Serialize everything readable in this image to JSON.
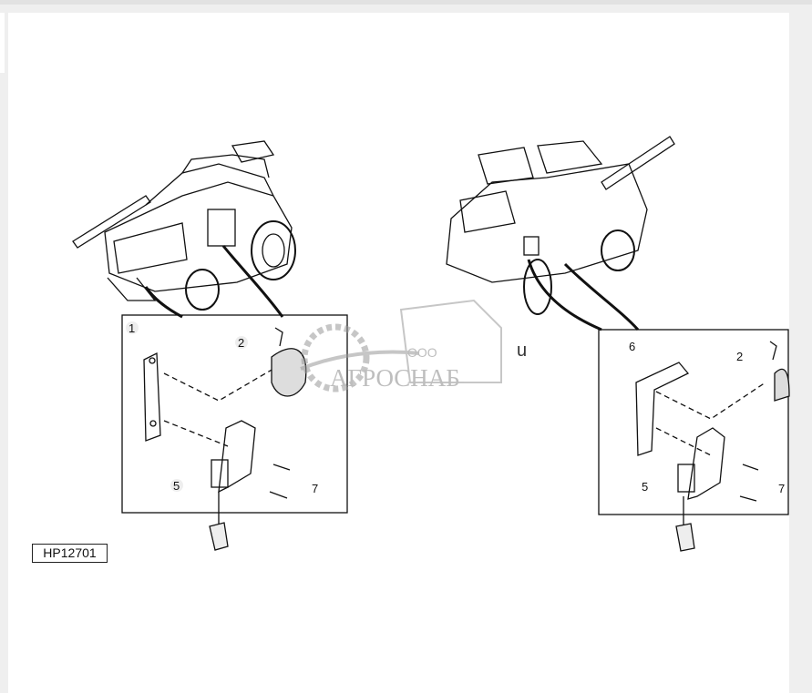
{
  "figure": {
    "reference_code": "HP12701",
    "stray_text": "u",
    "left_callouts": [
      "1",
      "2",
      "5",
      "7"
    ],
    "right_callouts": [
      "6",
      "2",
      "5",
      "7"
    ]
  },
  "watermark": {
    "prefix": "ООО",
    "name": "АГРОСНАБ"
  },
  "colors": {
    "line": "#111111",
    "watermark": "#8a8a8a",
    "background": "#ffffff"
  }
}
